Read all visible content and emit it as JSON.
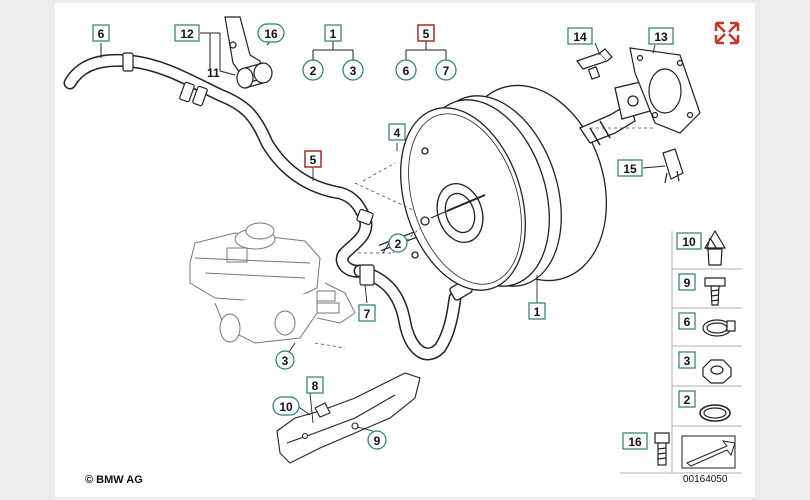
{
  "diagram": {
    "expand_icon_color": "#c0392b",
    "highlight_color": "#9b1c1c",
    "part_numbers": {
      "p1": "1",
      "p2": "2",
      "p3": "3",
      "p4": "4",
      "p5": "5",
      "p6": "6",
      "p7": "7",
      "p8": "8",
      "p9": "9",
      "p10": "10",
      "p11": "11",
      "p12": "12",
      "p13": "13",
      "p14": "14",
      "p15": "15",
      "p16": "16"
    },
    "copyright": "© BMW AG",
    "image_number": "00164050"
  }
}
